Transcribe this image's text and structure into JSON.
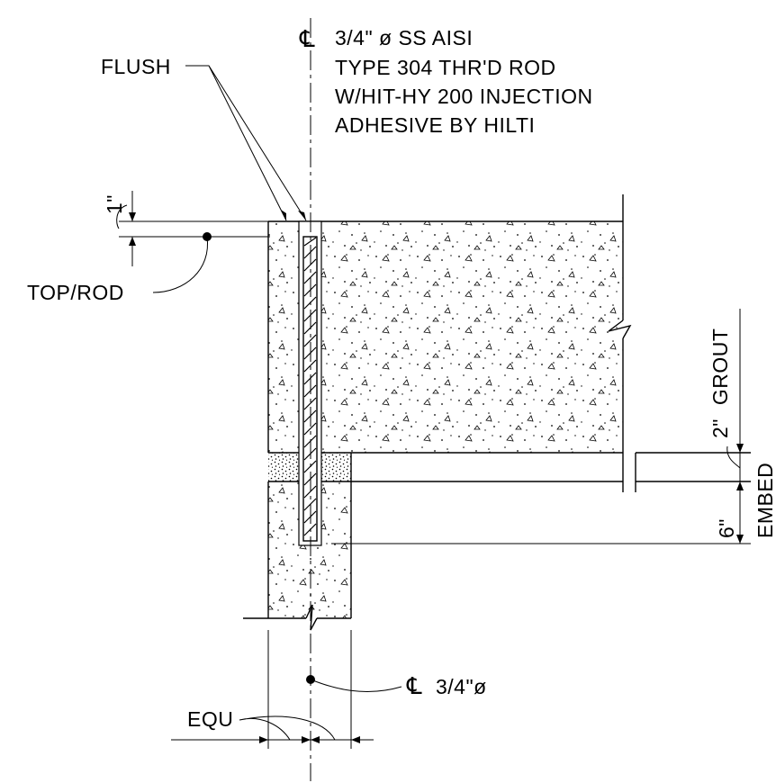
{
  "note": {
    "line1": "3/4\" ø SS AISI",
    "line2": "TYPE 304 THR'D ROD",
    "line3": "W/HIT-HY 200 INJECTION",
    "line4": "ADHESIVE BY HILTI"
  },
  "labels": {
    "flush": "FLUSH",
    "top_rod": "TOP/ROD",
    "dim_top": "1\"",
    "dim_grout_value": "2\"",
    "dim_grout_text": "GROUT",
    "dim_embed_value": "6\"",
    "dim_embed_text": "EMBED",
    "rod_dia": "3/4\"ø",
    "equ": "EQU"
  },
  "symbols": {
    "centerline_icon": "centerline-symbol"
  },
  "colors": {
    "line": "#000000",
    "background": "#ffffff"
  }
}
